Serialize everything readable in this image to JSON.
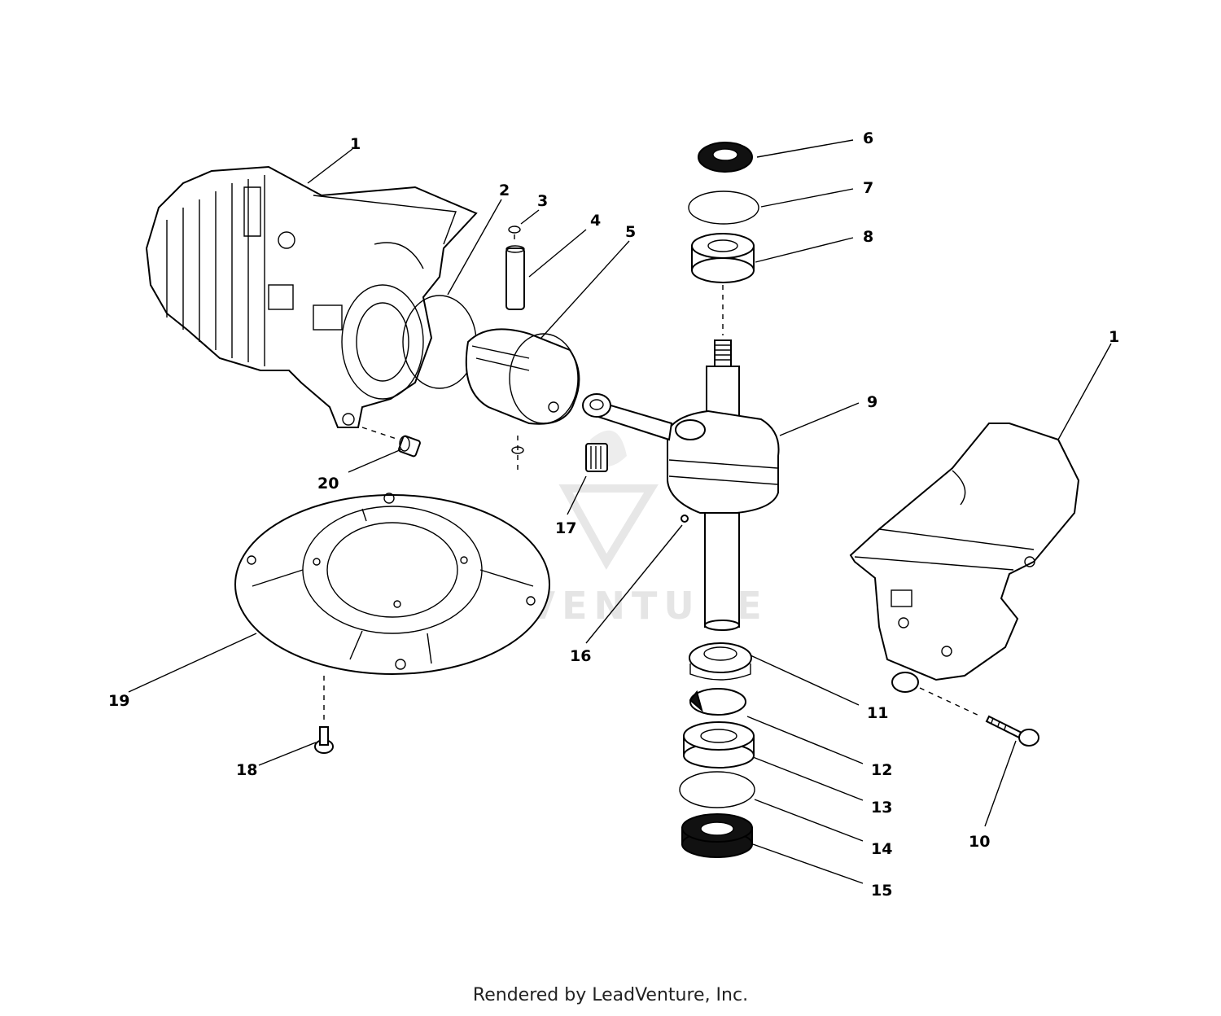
{
  "callouts": [
    "1",
    "2",
    "3",
    "4",
    "5",
    "6",
    "7",
    "8",
    "9",
    "10",
    "11",
    "12",
    "13",
    "14",
    "15",
    "16",
    "17",
    "18",
    "19",
    "20"
  ],
  "watermark": "LEADVENTURE",
  "footer": "Rendered by LeadVenture, Inc.",
  "colors": {
    "line": "#000000",
    "watermark": "#cfcfcf",
    "background": "#ffffff"
  }
}
